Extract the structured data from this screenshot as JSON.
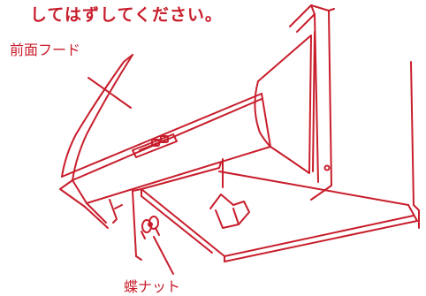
{
  "instruction": {
    "text": "してはずしてください。"
  },
  "labels": {
    "front_hood": "前面フード",
    "wing_nut": "蝶ナット"
  },
  "colors": {
    "line": "#c81e2c",
    "background": "#ffffff"
  },
  "icons": {
    "direction_arrow": "upward-lift-arrow"
  }
}
